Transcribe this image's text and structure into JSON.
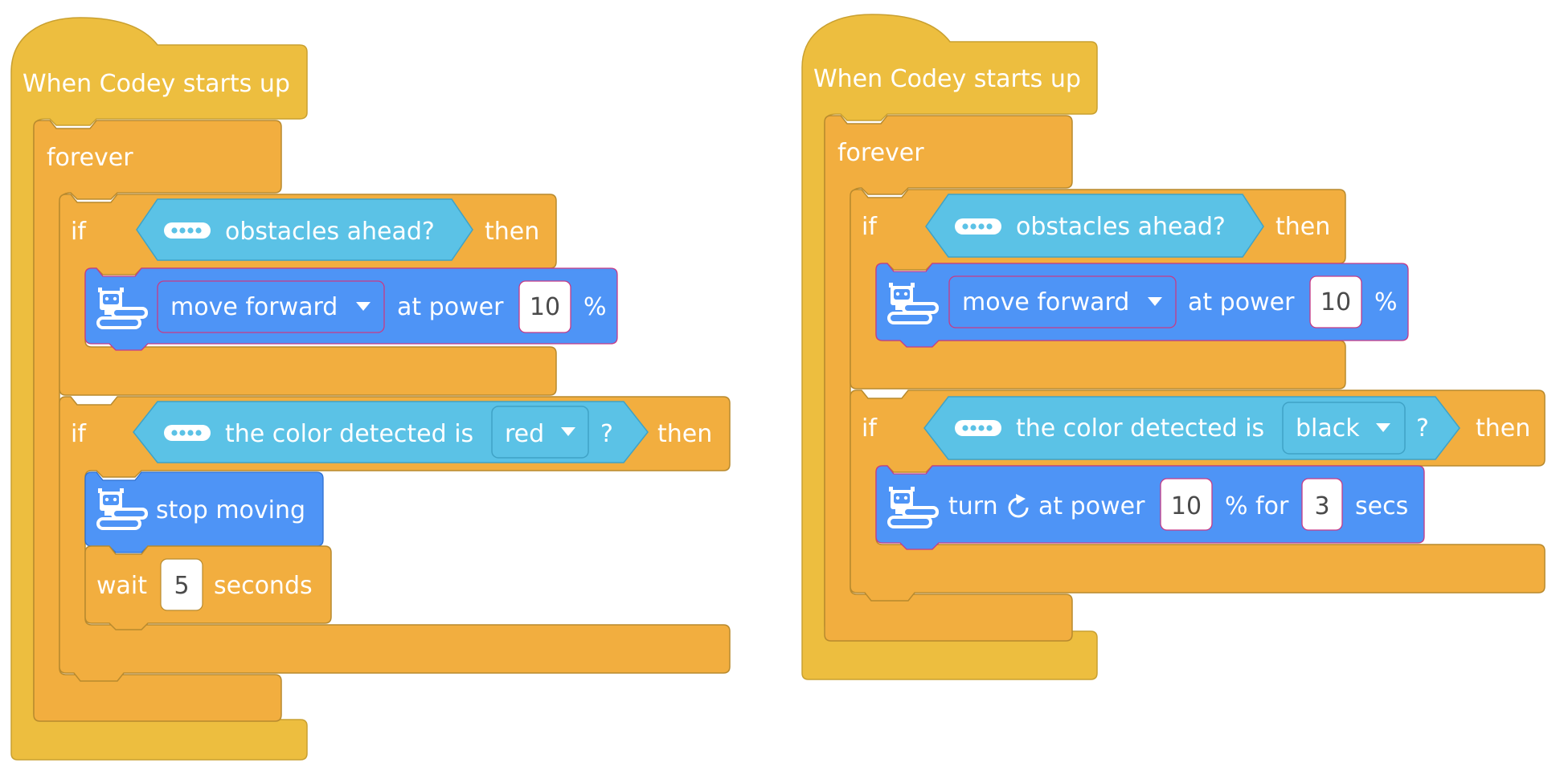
{
  "colors": {
    "hat": "#EDBE3F",
    "control": "#F2AE3F",
    "motion": "#4E94F6",
    "sensing": "#5BC2E6",
    "text": "#ffffff",
    "value_text": "#4a4a4a"
  },
  "left_script": {
    "hat_label": "When Codey starts up",
    "forever_label": "forever",
    "if1": {
      "if_label": "if",
      "sensor_icon": "sensor-icon",
      "condition": "obstacles ahead?",
      "then_label": "then"
    },
    "move": {
      "robot_icon": "codey-rover-icon",
      "action": "move forward",
      "at_power": "at power",
      "power": "10",
      "percent": "%"
    },
    "if2": {
      "if_label": "if",
      "sensor_icon": "sensor-icon",
      "condition": "the color detected is",
      "color": "red",
      "question": "?",
      "then_label": "then"
    },
    "stop": {
      "robot_icon": "codey-rover-icon",
      "label": "stop moving"
    },
    "wait": {
      "label": "wait",
      "value": "5",
      "unit": "seconds"
    }
  },
  "right_script": {
    "hat_label": "When Codey starts up",
    "forever_label": "forever",
    "if1": {
      "if_label": "if",
      "sensor_icon": "sensor-icon",
      "condition": "obstacles ahead?",
      "then_label": "then"
    },
    "move": {
      "robot_icon": "codey-rover-icon",
      "action": "move forward",
      "at_power": "at power",
      "power": "10",
      "percent": "%"
    },
    "if2": {
      "if_label": "if",
      "sensor_icon": "sensor-icon",
      "condition": "the color detected is",
      "color": "black",
      "question": "?",
      "then_label": "then"
    },
    "turn": {
      "robot_icon": "codey-rover-icon",
      "label": "turn",
      "rotate_icon": "rotate-clockwise-icon",
      "at_power": "at power",
      "power": "10",
      "percent_for": "% for",
      "secs": "3",
      "secs_label": "secs"
    }
  }
}
